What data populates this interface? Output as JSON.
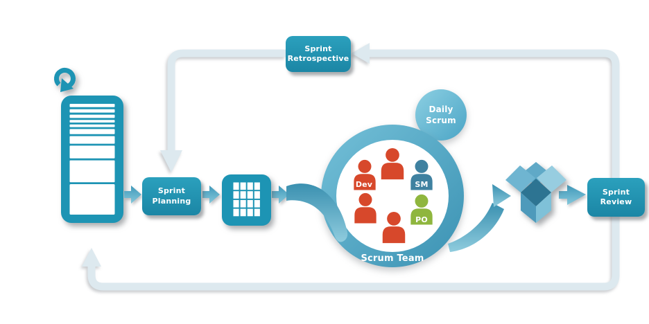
{
  "canvas": {
    "width": "936",
    "height": "468",
    "background": "#ffffff"
  },
  "diagram": {
    "type": "scrum-process-flow",
    "labels": {
      "sprint_retrospective": "Sprint Retrospective",
      "sprint_planning": "Sprint Planning",
      "sprint_review": "Sprint Review",
      "daily_scrum": "Daily\nScrum",
      "scrum_team": "Scrum Team"
    },
    "roles": [
      {
        "label": "Dev",
        "color": "#d7482b",
        "figures": 4
      },
      {
        "label": "SM",
        "color": "#3f81a0",
        "figures": 1
      },
      {
        "label": "PO",
        "color": "#8fb63e",
        "figures": 1
      }
    ],
    "icons": {
      "product_backlog": "stacked-list-card",
      "refresh": "circular-arrow",
      "sprint_backlog": "task-grid-card",
      "increment": "open-box",
      "flow": "right-arrow"
    },
    "colors": {
      "node_teal": "#1d8fae",
      "icon_teal": "#1d94b4",
      "ring_light": "#74c0d8",
      "ring_dark": "#3b92b3",
      "daily_light": "#8ccfe2",
      "daily_dark": "#4ba5c6",
      "swoosh_light": "#8fccde",
      "swoosh_dark": "#3a90b0",
      "loop_line": "#dde9ef",
      "person_red": "#d7482b",
      "person_blue": "#3f81a0",
      "person_green": "#8fb63e"
    }
  }
}
